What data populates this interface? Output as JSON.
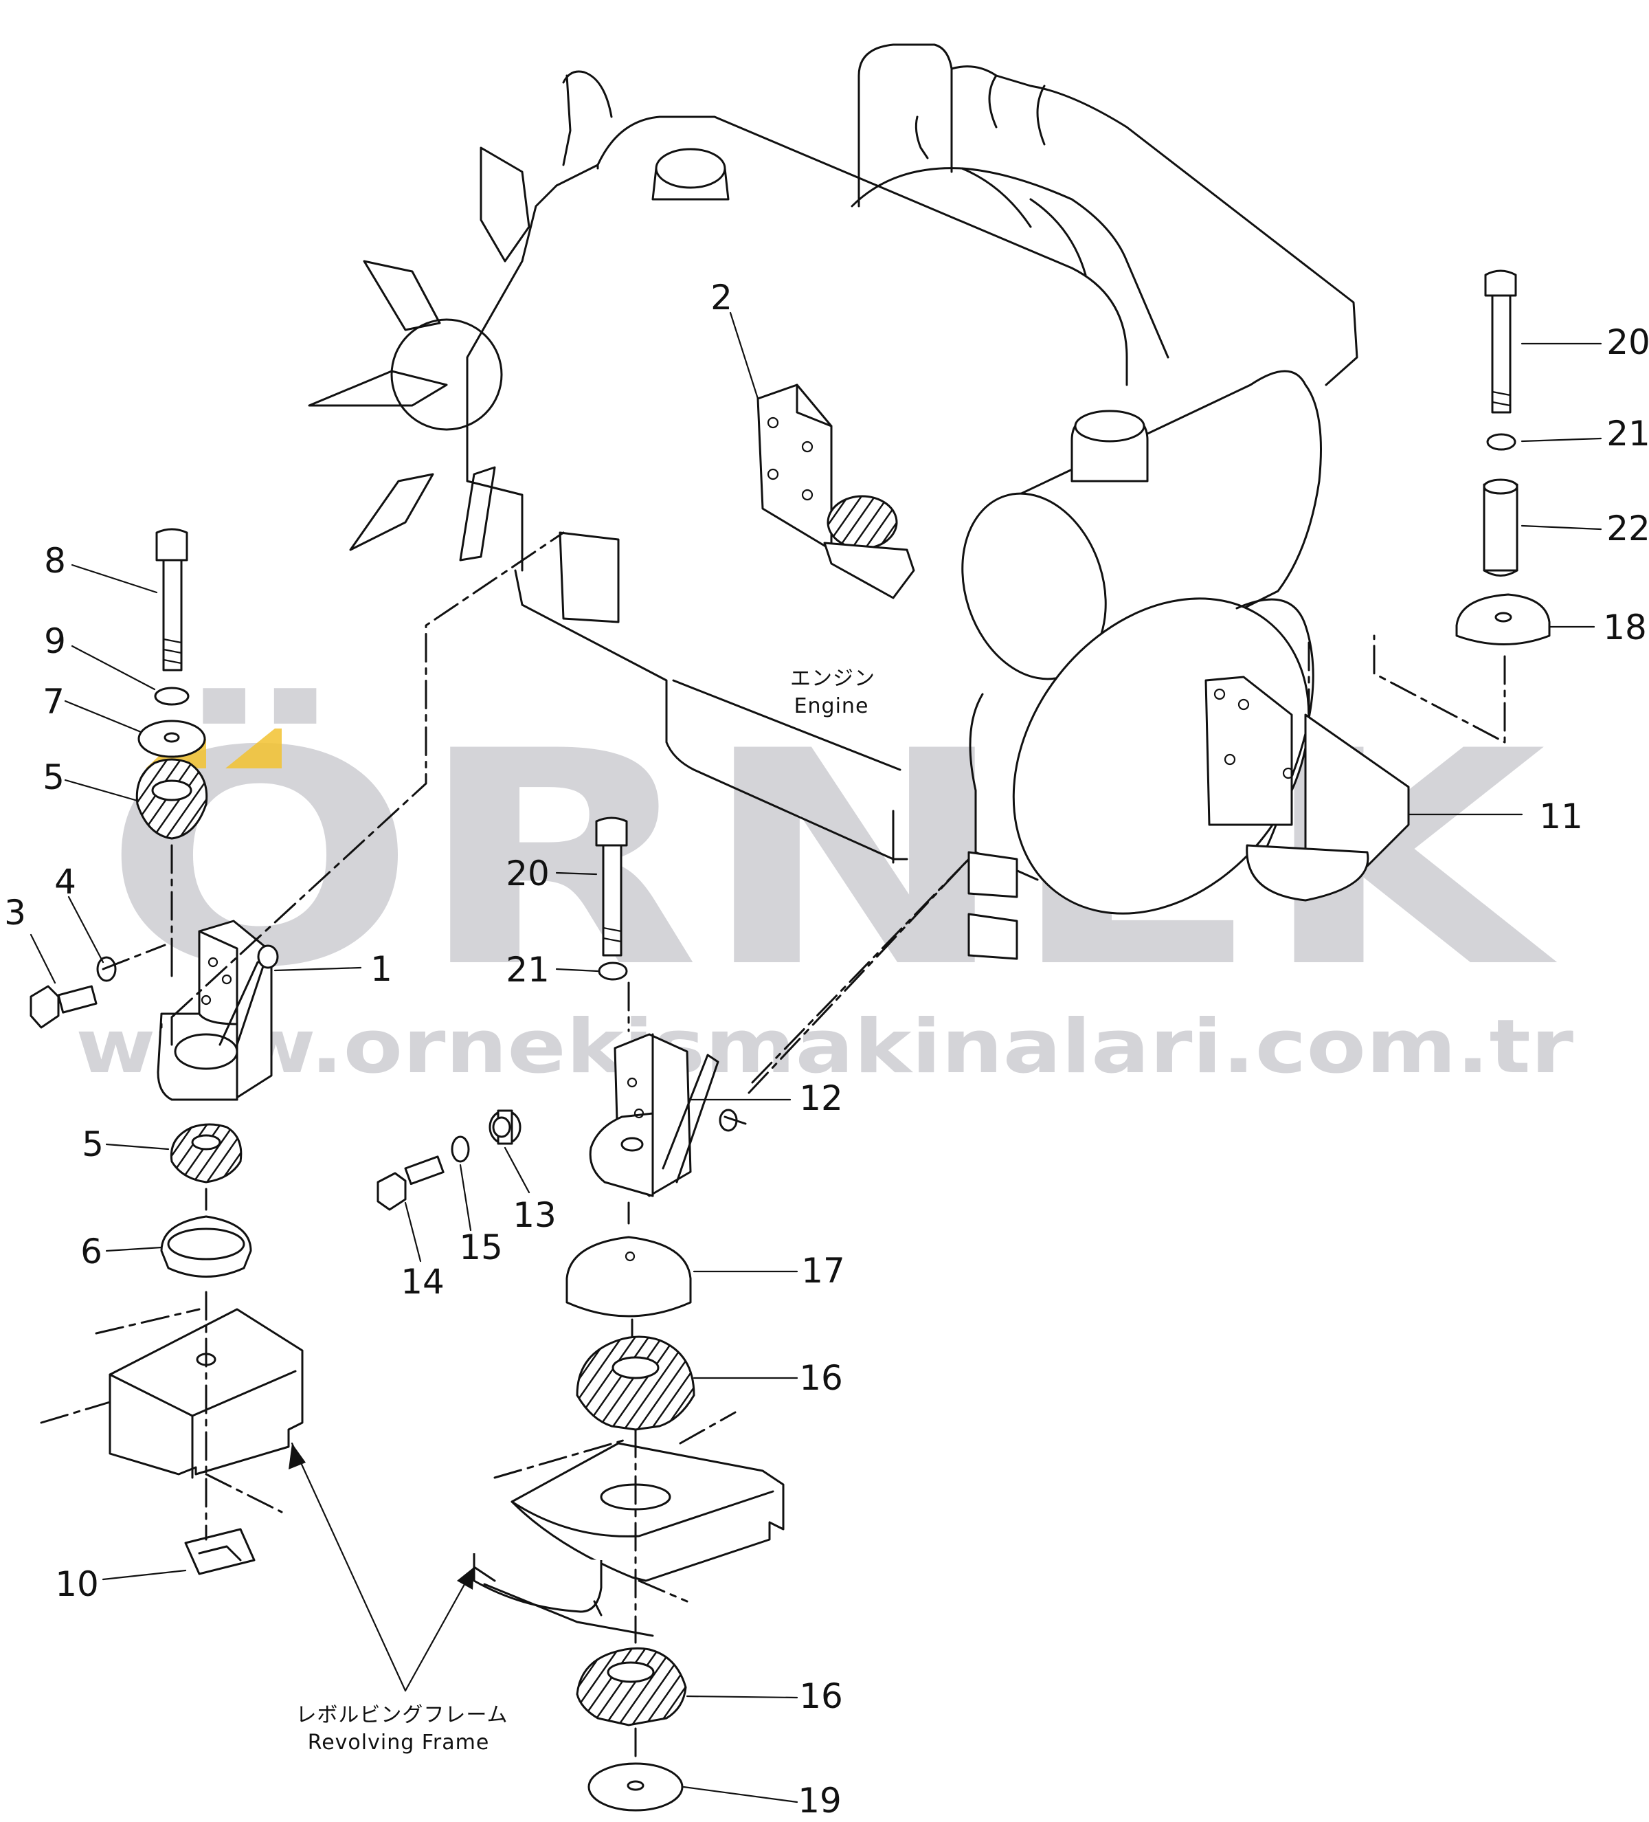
{
  "diagram": {
    "labels": {
      "engine_jp": "エンジン",
      "engine_en": "Engine",
      "frame_jp": "レボルビングフレーム",
      "frame_en": "Revolving  Frame"
    },
    "callouts": {
      "c1": "1",
      "c2": "2",
      "c3": "3",
      "c4": "4",
      "c5a": "5",
      "c5b": "5",
      "c6": "6",
      "c7": "7",
      "c8": "8",
      "c9": "9",
      "c10": "10",
      "c11": "11",
      "c12": "12",
      "c13": "13",
      "c14": "14",
      "c15": "15",
      "c16a": "16",
      "c16b": "16",
      "c17": "17",
      "c18": "18",
      "c19": "19",
      "c20a": "20",
      "c20b": "20",
      "c21a": "21",
      "c21b": "21",
      "c22": "22"
    },
    "watermark": {
      "logo": "ÖRNEK",
      "url": "www.ornekismakinalari.com.tr"
    }
  },
  "colors": {
    "line": "#111111",
    "watermark": "#9a9aa4",
    "watermark_accent": "#f2c230"
  }
}
